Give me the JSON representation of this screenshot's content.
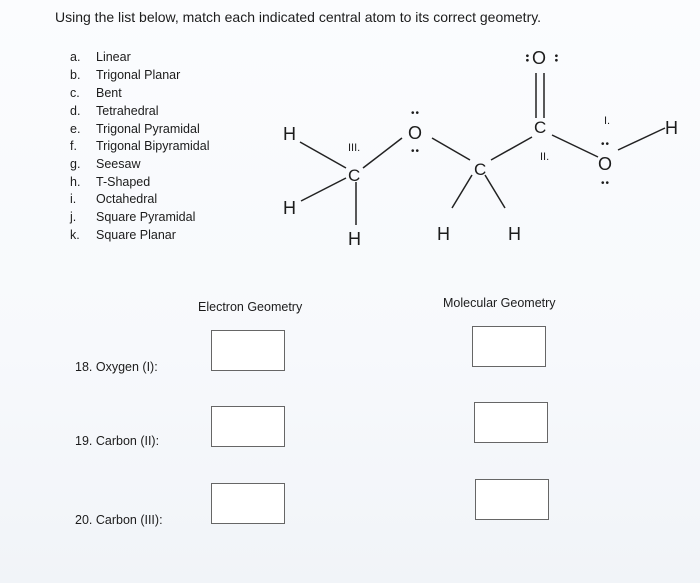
{
  "title": "Using the list below, match each indicated central atom to its correct geometry.",
  "options": [
    {
      "letter": "a.",
      "text": "Linear"
    },
    {
      "letter": "b.",
      "text": "Trigonal Planar"
    },
    {
      "letter": "c.",
      "text": "Bent"
    },
    {
      "letter": "d.",
      "text": "Tetrahedral"
    },
    {
      "letter": "e.",
      "text": "Trigonal Pyramidal"
    },
    {
      "letter": "f.",
      "text": "Trigonal Bipyramidal"
    },
    {
      "letter": "g.",
      "text": "Seesaw"
    },
    {
      "letter": "h.",
      "text": "T-Shaped"
    },
    {
      "letter": "i.",
      "text": "Octahedral"
    },
    {
      "letter": "j.",
      "text": "Square Pyramidal"
    },
    {
      "letter": "k.",
      "text": "Square Planar"
    }
  ],
  "structure": {
    "label_III": "III.",
    "label_II": "II.",
    "label_I": "I.",
    "atom_H": "H",
    "atom_C": "C",
    "atom_O": "O",
    "lone_pair": "••"
  },
  "headers": {
    "electron": "Electron Geometry",
    "molecular": "Molecular Geometry"
  },
  "questions": [
    {
      "label": "18. Oxygen (I):"
    },
    {
      "label": "19. Carbon (II):"
    },
    {
      "label": "20. Carbon (III):"
    }
  ]
}
